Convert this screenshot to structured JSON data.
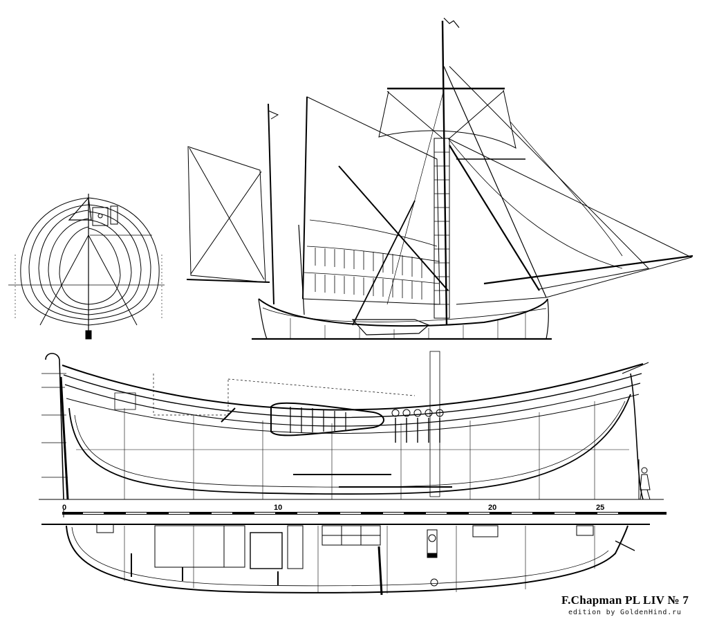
{
  "plate": {
    "caption": "F.Chapman PL  LIV   № 7",
    "credit": "edition by GoldenHind.ru"
  },
  "scale_bar": {
    "labels": [
      "0",
      "10",
      "20",
      "25"
    ]
  },
  "colors": {
    "ink": "#000000",
    "paper": "#ffffff"
  }
}
